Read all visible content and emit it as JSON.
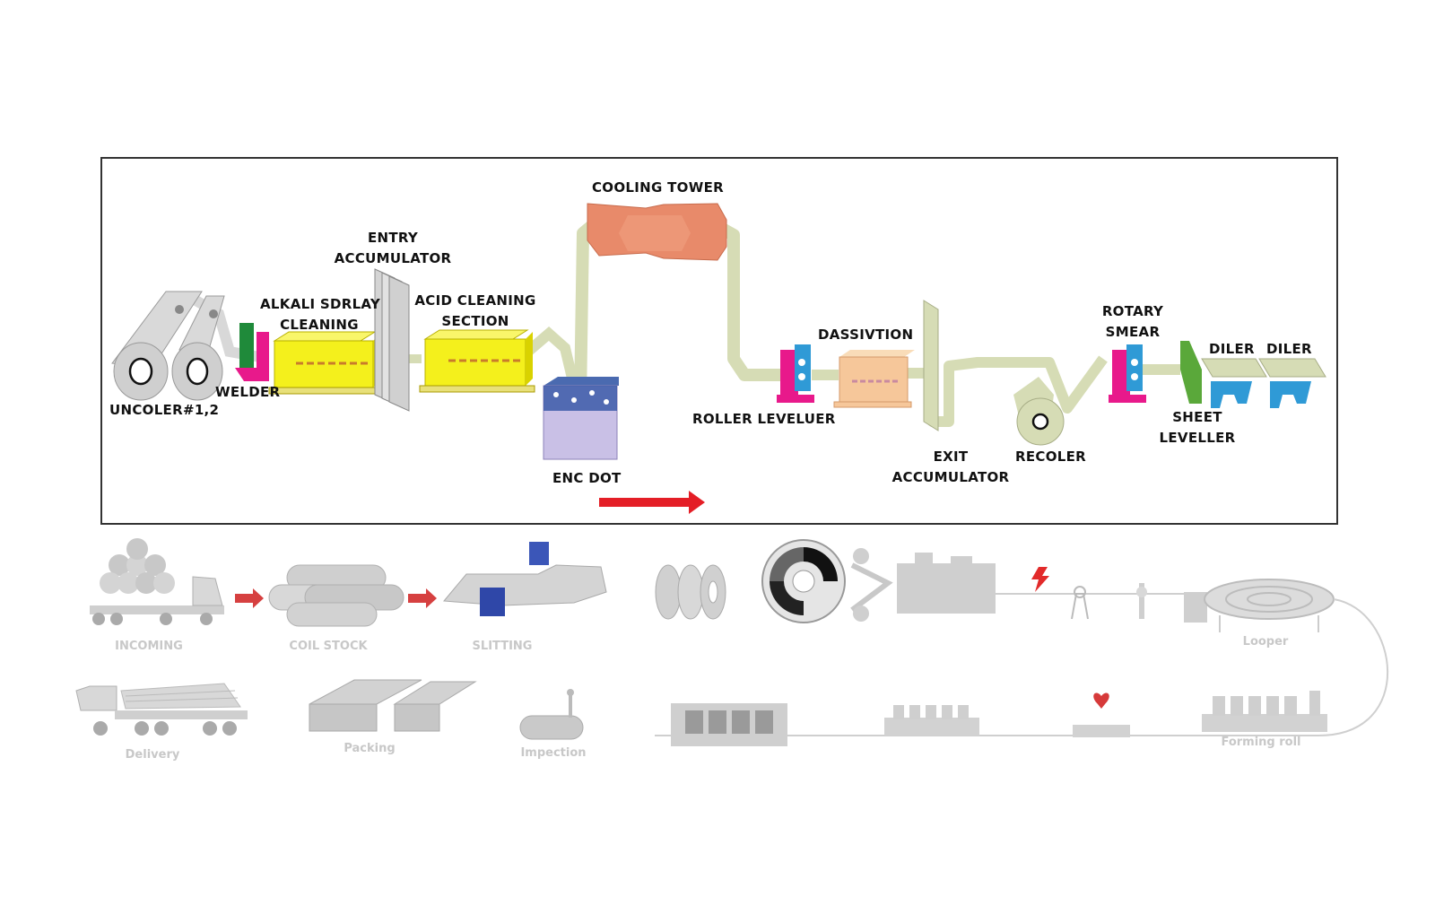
{
  "top_line": {
    "uncoiler": "UNCOLER#1,2",
    "welder": "WELDER",
    "alkali": [
      "ALKALI SDRLAY",
      "CLEANING"
    ],
    "entry_accumulator": [
      "ENTRY",
      "ACCUMULATOR"
    ],
    "acid_cleaning": [
      "ACID CLEANING",
      "SECTION"
    ],
    "zinc_pot": "ENC DOT",
    "cooling_tower": "COOLING TOWER",
    "roller_leveller": "ROLLER LEVELUER",
    "passivation": "DASSIVTION",
    "exit_accumulator": [
      "EXIT",
      "ACCUMULATOR"
    ],
    "recoiler": "RECOLER",
    "rotary_shear": [
      "ROTARY",
      "SMEAR"
    ],
    "sheet_leveller": [
      "SHEET",
      "LEVELLER"
    ],
    "oiler_1": "DILER",
    "oiler_2": "DILER"
  },
  "bottom_flow": {
    "incoming": "INCOMING",
    "coil_stock": "COIL STOCK",
    "slitting": "SLITTING",
    "looper": "Looper",
    "delivery": "Delivery",
    "packing": "Packing",
    "inspection": "Impection",
    "forming_roll": "Forming roll"
  },
  "colors": {
    "strip": "#d6dcb5",
    "furnace_yellow": "#f4f01c",
    "cooling_tower": "#e88a6a",
    "magenta": "#e8198b",
    "blue": "#2f9ad6",
    "green": "#5aa83a",
    "passivation": "#f6c79a",
    "zinc_pot": "#c9c0e6",
    "arrow_red": "#e41e26",
    "gray_art": "#cfcfcf"
  }
}
